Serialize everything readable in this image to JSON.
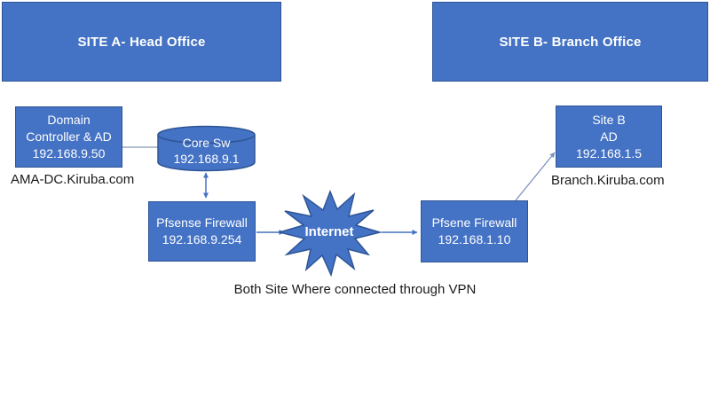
{
  "colors": {
    "shape_fill": "#4472C4",
    "shape_border": "#2E5596",
    "connector": "#4472C4",
    "thin_connector": "#8496B0",
    "text_on_shape": "#FFFFFF",
    "text_dark": "#1a1a1a",
    "background": "#FFFFFF"
  },
  "site_a": {
    "header": "SITE A- Head Office"
  },
  "site_b": {
    "header": "SITE B- Branch Office"
  },
  "nodes": {
    "domain_controller": {
      "line1": "Domain",
      "line2": "Controller & AD",
      "line3": "192.168.9.50",
      "caption": "AMA-DC.Kiruba.com"
    },
    "core_switch": {
      "line1": "Core Sw",
      "line2": "192.168.9.1"
    },
    "firewall_a": {
      "line1": "Pfsense Firewall",
      "line2": "192.168.9.254"
    },
    "internet": {
      "label": "Internet"
    },
    "firewall_b": {
      "line1": "Pfsene Firewall",
      "line2": "192.168.1.10"
    },
    "site_b_ad": {
      "line1": "Site B",
      "line2": "AD",
      "line3": "192.168.1.5",
      "caption": "Branch.Kiruba.com"
    }
  },
  "footer": {
    "note": "Both Site Where connected through VPN"
  }
}
